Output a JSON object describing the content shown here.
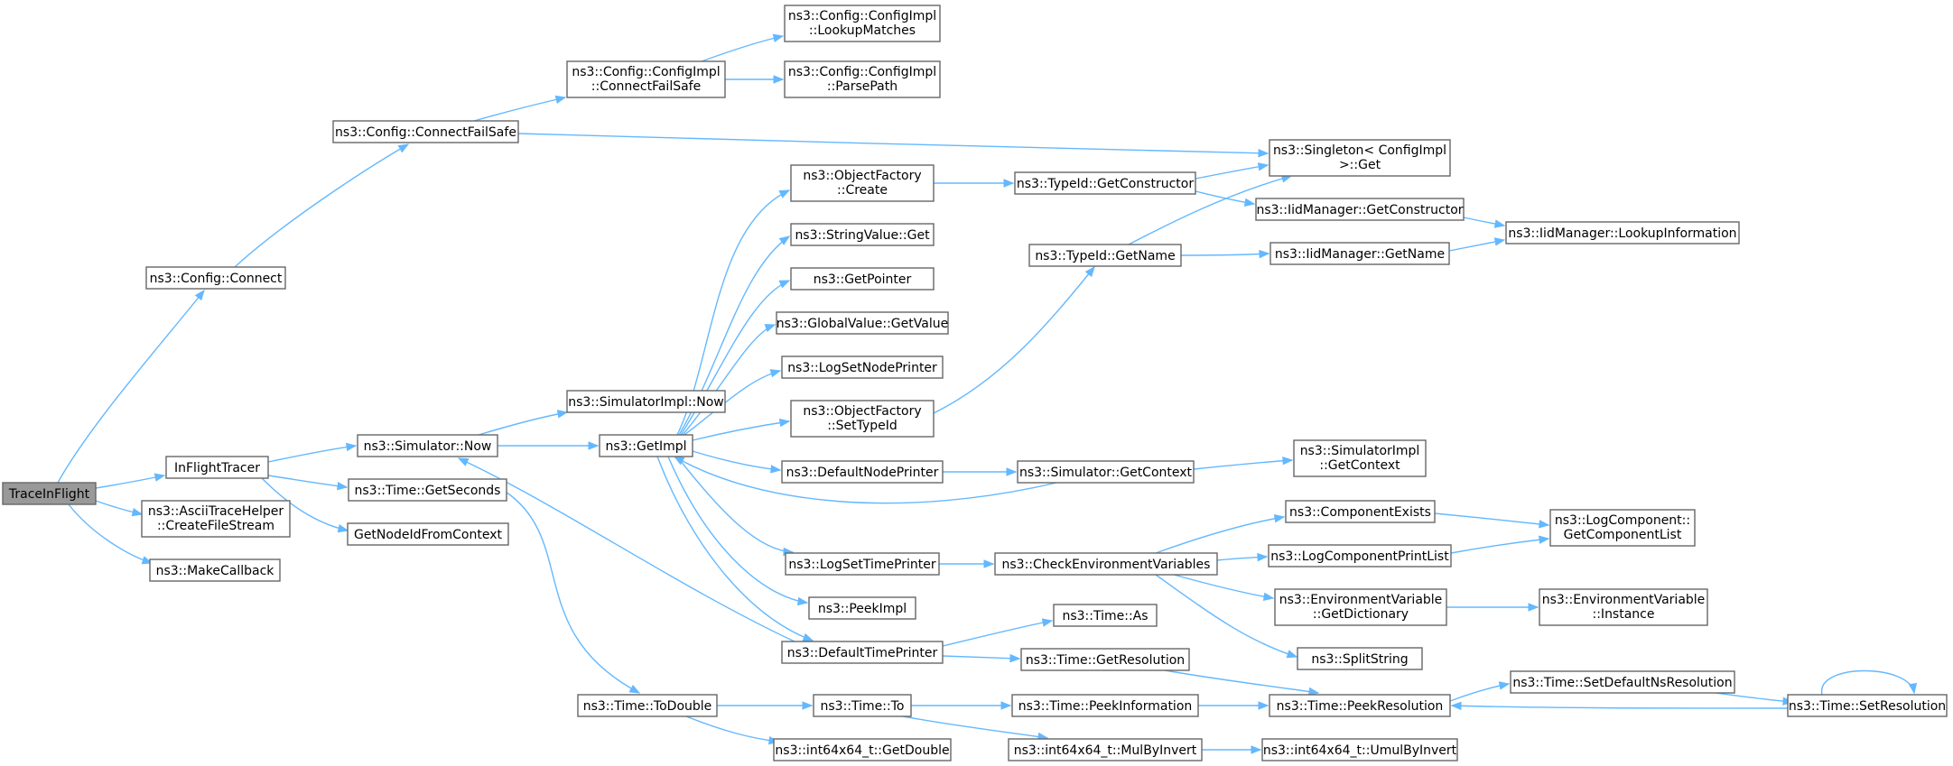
{
  "diagram": {
    "type": "call-graph",
    "colors": {
      "edge": "#63b8ff",
      "node_border": "#666666",
      "root_fill": "#999999",
      "node_fill": "#ffffff"
    },
    "nodes": [
      {
        "id": "traceinflight",
        "lines": [
          "TraceInFlight"
        ]
      },
      {
        "id": "config-connect",
        "lines": [
          "ns3::Config::Connect"
        ]
      },
      {
        "id": "inflighttracer",
        "lines": [
          "InFlightTracer"
        ]
      },
      {
        "id": "ascii-createfilestream",
        "lines": [
          "ns3::AsciiTraceHelper",
          "::CreateFileStream"
        ]
      },
      {
        "id": "makecallback",
        "lines": [
          "ns3::MakeCallback"
        ]
      },
      {
        "id": "config-connectfailsafe",
        "lines": [
          "ns3::Config::ConnectFailSafe"
        ]
      },
      {
        "id": "configimpl-connectfailsafe",
        "lines": [
          "ns3::Config::ConfigImpl",
          "::ConnectFailSafe"
        ]
      },
      {
        "id": "configimpl-lookupmatches",
        "lines": [
          "ns3::Config::ConfigImpl",
          "::LookupMatches"
        ]
      },
      {
        "id": "configimpl-parsepath",
        "lines": [
          "ns3::Config::ConfigImpl",
          "::ParsePath"
        ]
      },
      {
        "id": "singleton-get",
        "lines": [
          "ns3::Singleton< ConfigImpl",
          " >::Get"
        ]
      },
      {
        "id": "simulator-now",
        "lines": [
          "ns3::Simulator::Now"
        ]
      },
      {
        "id": "time-getseconds",
        "lines": [
          "ns3::Time::GetSeconds"
        ]
      },
      {
        "id": "getnodeidfromcontext",
        "lines": [
          "GetNodeIdFromContext"
        ]
      },
      {
        "id": "simulatorimpl-now",
        "lines": [
          "ns3::SimulatorImpl::Now"
        ]
      },
      {
        "id": "getimpl",
        "lines": [
          "ns3::GetImpl"
        ]
      },
      {
        "id": "time-todouble",
        "lines": [
          "ns3::Time::ToDouble"
        ]
      },
      {
        "id": "objectfactory-create",
        "lines": [
          "ns3::ObjectFactory",
          "::Create"
        ]
      },
      {
        "id": "stringvalue-get",
        "lines": [
          "ns3::StringValue::Get"
        ]
      },
      {
        "id": "getpointer",
        "lines": [
          "ns3::GetPointer"
        ]
      },
      {
        "id": "globalvalue-getvalue",
        "lines": [
          "ns3::GlobalValue::GetValue"
        ]
      },
      {
        "id": "logsetnodeprinter",
        "lines": [
          "ns3::LogSetNodePrinter"
        ]
      },
      {
        "id": "objectfactory-settypeid",
        "lines": [
          "ns3::ObjectFactory",
          "::SetTypeId"
        ]
      },
      {
        "id": "defaultnodeprinter",
        "lines": [
          "ns3::DefaultNodePrinter"
        ]
      },
      {
        "id": "logsettimeprinter",
        "lines": [
          "ns3::LogSetTimePrinter"
        ]
      },
      {
        "id": "peekimpl",
        "lines": [
          "ns3::PeekImpl"
        ]
      },
      {
        "id": "defaulttimeprinter",
        "lines": [
          "ns3::DefaultTimePrinter"
        ]
      },
      {
        "id": "time-to",
        "lines": [
          "ns3::Time::To"
        ]
      },
      {
        "id": "int64-getdouble",
        "lines": [
          "ns3::int64x64_t::GetDouble"
        ]
      },
      {
        "id": "typeid-getconstructor",
        "lines": [
          "ns3::TypeId::GetConstructor"
        ]
      },
      {
        "id": "typeid-getname",
        "lines": [
          "ns3::TypeId::GetName"
        ]
      },
      {
        "id": "simulator-getcontext",
        "lines": [
          "ns3::Simulator::GetContext"
        ]
      },
      {
        "id": "checkenvironmentvariables",
        "lines": [
          "ns3::CheckEnvironmentVariables"
        ]
      },
      {
        "id": "time-as",
        "lines": [
          "ns3::Time::As"
        ]
      },
      {
        "id": "time-getresolution",
        "lines": [
          "ns3::Time::GetResolution"
        ]
      },
      {
        "id": "time-peekinformation",
        "lines": [
          "ns3::Time::PeekInformation"
        ]
      },
      {
        "id": "int64-mulbyinvert",
        "lines": [
          "ns3::int64x64_t::MulByInvert"
        ]
      },
      {
        "id": "iidmanager-getconstructor",
        "lines": [
          "ns3::IidManager::GetConstructor"
        ]
      },
      {
        "id": "iidmanager-getname",
        "lines": [
          "ns3::IidManager::GetName"
        ]
      },
      {
        "id": "simulatorimpl-getcontext",
        "lines": [
          "ns3::SimulatorImpl",
          "::GetContext"
        ]
      },
      {
        "id": "componentexists",
        "lines": [
          "ns3::ComponentExists"
        ]
      },
      {
        "id": "logcomponentprintlist",
        "lines": [
          "ns3::LogComponentPrintList"
        ]
      },
      {
        "id": "envvar-getdictionary",
        "lines": [
          "ns3::EnvironmentVariable",
          "::GetDictionary"
        ]
      },
      {
        "id": "splitstring",
        "lines": [
          "ns3::SplitString"
        ]
      },
      {
        "id": "time-peekresolution",
        "lines": [
          "ns3::Time::PeekResolution"
        ]
      },
      {
        "id": "int64-umulbyinvert",
        "lines": [
          "ns3::int64x64_t::UmulByInvert"
        ]
      },
      {
        "id": "iidmanager-lookupinformation",
        "lines": [
          "ns3::IidManager::LookupInformation"
        ]
      },
      {
        "id": "logcomponent-getcomponentlist",
        "lines": [
          "ns3::LogComponent::",
          "GetComponentList"
        ]
      },
      {
        "id": "envvar-instance",
        "lines": [
          "ns3::EnvironmentVariable",
          "::Instance"
        ]
      },
      {
        "id": "time-setdefaultnsresolution",
        "lines": [
          "ns3::Time::SetDefaultNsResolution"
        ]
      },
      {
        "id": "time-setresolution",
        "lines": [
          "ns3::Time::SetResolution"
        ]
      }
    ],
    "edges": [
      [
        "traceinflight",
        "config-connect"
      ],
      [
        "traceinflight",
        "inflighttracer"
      ],
      [
        "traceinflight",
        "ascii-createfilestream"
      ],
      [
        "traceinflight",
        "makecallback"
      ],
      [
        "config-connect",
        "config-connectfailsafe"
      ],
      [
        "config-connectfailsafe",
        "configimpl-connectfailsafe"
      ],
      [
        "config-connectfailsafe",
        "singleton-get"
      ],
      [
        "configimpl-connectfailsafe",
        "configimpl-lookupmatches"
      ],
      [
        "configimpl-connectfailsafe",
        "configimpl-parsepath"
      ],
      [
        "inflighttracer",
        "simulator-now"
      ],
      [
        "inflighttracer",
        "time-getseconds"
      ],
      [
        "inflighttracer",
        "getnodeidfromcontext"
      ],
      [
        "simulator-now",
        "simulatorimpl-now"
      ],
      [
        "simulator-now",
        "getimpl"
      ],
      [
        "time-getseconds",
        "time-todouble"
      ],
      [
        "getimpl",
        "objectfactory-create"
      ],
      [
        "getimpl",
        "stringvalue-get"
      ],
      [
        "getimpl",
        "getpointer"
      ],
      [
        "getimpl",
        "globalvalue-getvalue"
      ],
      [
        "getimpl",
        "logsetnodeprinter"
      ],
      [
        "getimpl",
        "objectfactory-settypeid"
      ],
      [
        "getimpl",
        "defaultnodeprinter"
      ],
      [
        "getimpl",
        "logsettimeprinter"
      ],
      [
        "getimpl",
        "peekimpl"
      ],
      [
        "getimpl",
        "defaulttimeprinter"
      ],
      [
        "objectfactory-create",
        "typeid-getconstructor"
      ],
      [
        "typeid-getconstructor",
        "singleton-get"
      ],
      [
        "typeid-getconstructor",
        "iidmanager-getconstructor"
      ],
      [
        "iidmanager-getconstructor",
        "iidmanager-lookupinformation"
      ],
      [
        "objectfactory-settypeid",
        "typeid-getname"
      ],
      [
        "typeid-getname",
        "singleton-get"
      ],
      [
        "typeid-getname",
        "iidmanager-getname"
      ],
      [
        "iidmanager-getname",
        "iidmanager-lookupinformation"
      ],
      [
        "defaultnodeprinter",
        "simulator-getcontext"
      ],
      [
        "simulator-getcontext",
        "simulatorimpl-getcontext"
      ],
      [
        "simulator-getcontext",
        "getimpl"
      ],
      [
        "logsettimeprinter",
        "checkenvironmentvariables"
      ],
      [
        "checkenvironmentvariables",
        "componentexists"
      ],
      [
        "checkenvironmentvariables",
        "logcomponentprintlist"
      ],
      [
        "checkenvironmentvariables",
        "envvar-getdictionary"
      ],
      [
        "checkenvironmentvariables",
        "splitstring"
      ],
      [
        "componentexists",
        "logcomponent-getcomponentlist"
      ],
      [
        "logcomponentprintlist",
        "logcomponent-getcomponentlist"
      ],
      [
        "envvar-getdictionary",
        "envvar-instance"
      ],
      [
        "defaulttimeprinter",
        "simulator-now"
      ],
      [
        "defaulttimeprinter",
        "time-as"
      ],
      [
        "defaulttimeprinter",
        "time-getresolution"
      ],
      [
        "time-getresolution",
        "time-peekresolution"
      ],
      [
        "time-todouble",
        "time-to"
      ],
      [
        "time-todouble",
        "int64-getdouble"
      ],
      [
        "time-to",
        "time-peekinformation"
      ],
      [
        "time-to",
        "int64-mulbyinvert"
      ],
      [
        "time-peekinformation",
        "time-peekresolution"
      ],
      [
        "int64-mulbyinvert",
        "int64-umulbyinvert"
      ],
      [
        "time-peekresolution",
        "time-setdefaultnsresolution"
      ],
      [
        "time-setdefaultnsresolution",
        "time-setresolution"
      ],
      [
        "time-setresolution",
        "time-peekresolution"
      ],
      [
        "time-setresolution",
        "time-setresolution"
      ]
    ]
  }
}
